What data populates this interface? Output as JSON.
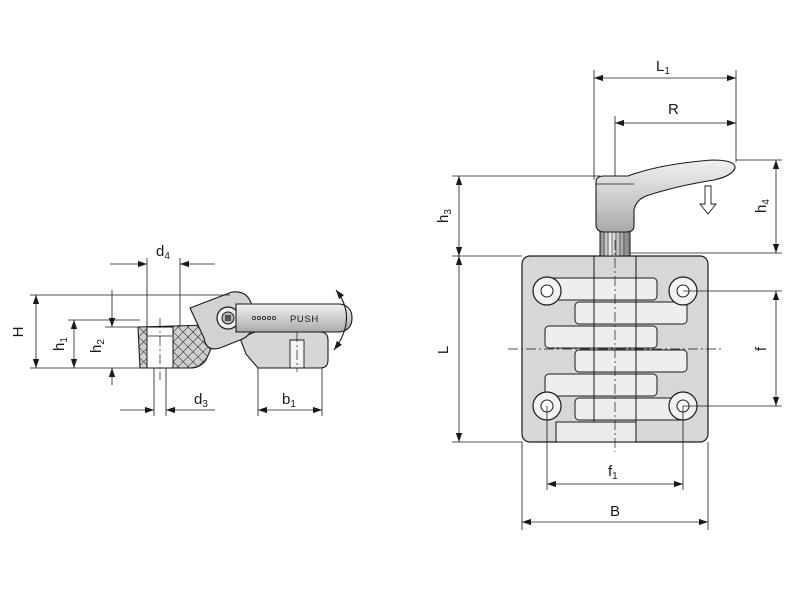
{
  "drawing": {
    "side_view": {
      "lever_text": "PUSH",
      "dims": {
        "H": {
          "main": "H",
          "sub": ""
        },
        "h1": {
          "main": "h",
          "sub": "1"
        },
        "h2": {
          "main": "h",
          "sub": "2"
        },
        "d4": {
          "main": "d",
          "sub": "4"
        },
        "d3": {
          "main": "d",
          "sub": "3"
        },
        "b1": {
          "main": "b",
          "sub": "1"
        }
      }
    },
    "front_view": {
      "dims": {
        "L1": {
          "main": "L",
          "sub": "1"
        },
        "R": {
          "main": "R",
          "sub": ""
        },
        "h3": {
          "main": "h",
          "sub": "3"
        },
        "h4": {
          "main": "h",
          "sub": "4"
        },
        "L": {
          "main": "L",
          "sub": ""
        },
        "f": {
          "main": "f",
          "sub": ""
        },
        "f1": {
          "main": "f",
          "sub": "1"
        },
        "B": {
          "main": "B",
          "sub": ""
        }
      }
    },
    "colors": {
      "line": "#1a1a1a",
      "part_fill": "#d9d9d9",
      "part_dark": "#9a9a9a",
      "background": "#ffffff"
    }
  }
}
